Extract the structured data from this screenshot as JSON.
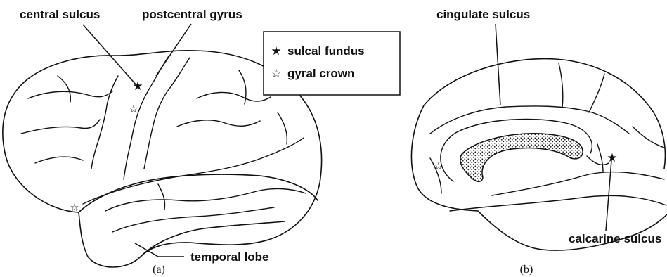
{
  "panel_a": {
    "labels": {
      "central_sulcus": "central sulcus",
      "postcentral_gyrus": "postcentral gyrus",
      "temporal_lobe": "temporal lobe"
    },
    "caption": "(a)"
  },
  "panel_b": {
    "labels": {
      "cingulate_sulcus": "cingulate sulcus",
      "calcarine_sulcus": "calcarine sulcus"
    },
    "caption": "(b)"
  },
  "legend": {
    "sulcal_fundus": {
      "symbol": "★",
      "label": "sulcal fundus"
    },
    "gyral_crown": {
      "symbol": "☆",
      "label": "gyral crown"
    }
  },
  "colors": {
    "ink": "#111111",
    "background": "#ffffff"
  }
}
